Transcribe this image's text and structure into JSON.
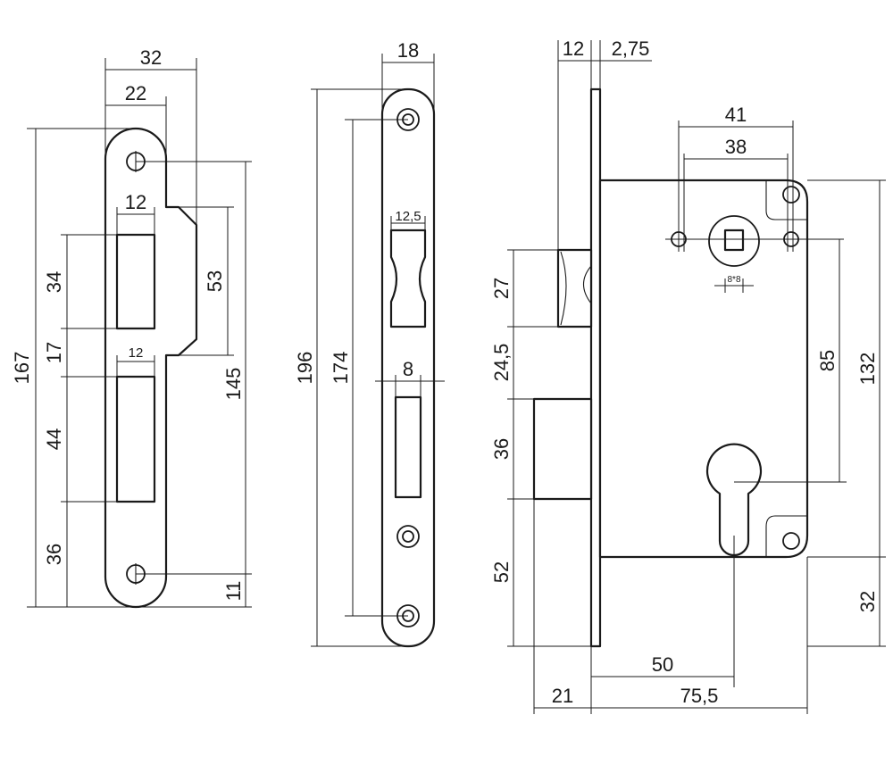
{
  "strike_plate": {
    "width": "32",
    "offset": "22",
    "slot_upper_width": "12",
    "slot_lower_width": "12",
    "total_height": "167",
    "slot_upper_height": "34",
    "gap": "17",
    "slot_lower_height": "44",
    "bottom": "36",
    "lip_height": "53",
    "hole_spacing": "145",
    "hole_bottom": "11"
  },
  "faceplate": {
    "width": "18",
    "total_height": "196",
    "hole_spacing": "174",
    "latch_width": "12,5",
    "bolt_width": "8"
  },
  "lock_body": {
    "faceplate_thickness": "12",
    "faceplate_offset": "2,75",
    "spindle_hole_spacing_outer": "41",
    "spindle_hole_spacing_inner": "38",
    "spindle_size": "8*8",
    "latch_height": "27",
    "latch_to_bolt": "24,5",
    "bolt_height": "36",
    "bolt_to_bottom": "52",
    "spindle_to_cylinder": "85",
    "body_height": "132",
    "cylinder_to_bottom": "32",
    "backset": "50",
    "body_depth": "75,5",
    "bolt_throw": "21"
  }
}
